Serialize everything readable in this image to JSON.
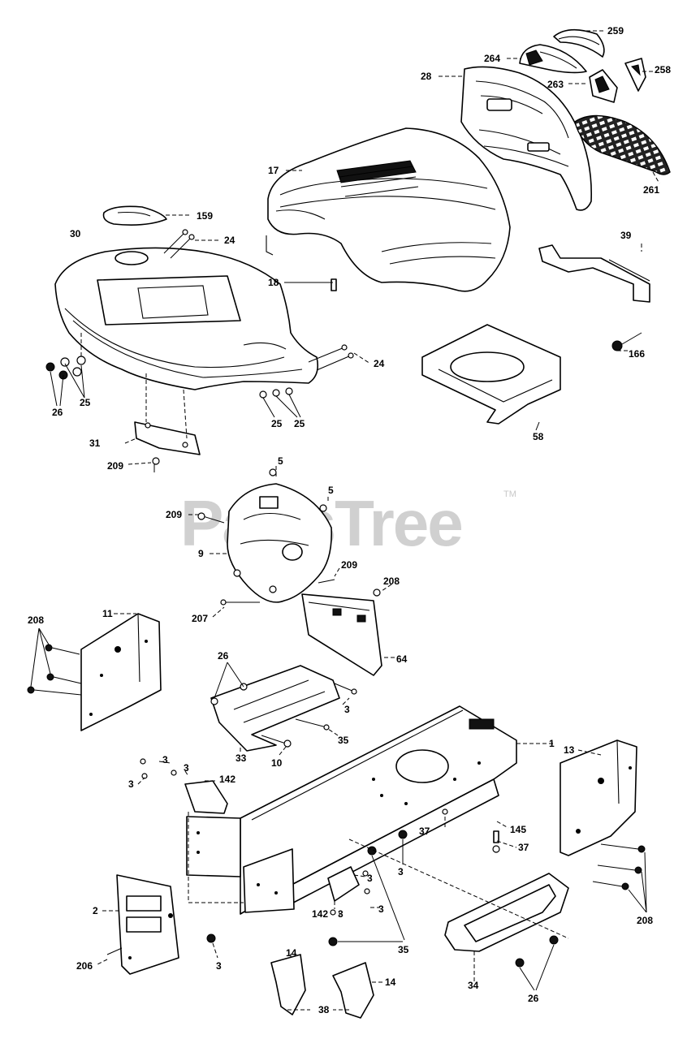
{
  "watermark": {
    "brand": "PartsTree",
    "trademark": "TM"
  },
  "callouts": {
    "c259": "259",
    "c264": "264",
    "c258": "258",
    "c28": "28",
    "c263": "263",
    "c17": "17",
    "c261": "261",
    "c159": "159",
    "c24a": "24",
    "c30": "30",
    "c39": "39",
    "c18": "18",
    "c24b": "24",
    "c166": "166",
    "c25a": "25",
    "c26a": "26",
    "c25b": "25",
    "c25c": "25",
    "c58": "58",
    "c31": "31",
    "c209a": "209",
    "c5a": "5",
    "c5b": "5",
    "c209b": "209",
    "c9": "9",
    "c209c": "209",
    "c208a": "208",
    "c11": "11",
    "c208b": "208",
    "c207": "207",
    "c64": "64",
    "c26b": "26",
    "c3a": "3",
    "c35a": "35",
    "c33": "33",
    "c10": "10",
    "c1": "1",
    "c13": "13",
    "c3b": "3",
    "c3c": "3",
    "c3d": "3",
    "c142a": "142",
    "c37a": "37",
    "c145": "145",
    "c37b": "37",
    "c3e": "3",
    "c2": "2",
    "c3f": "3",
    "c142b": "142",
    "c3g": "3",
    "c3h": "3",
    "c35b": "35",
    "c208c": "208",
    "c206": "206",
    "c3i": "3",
    "c34": "34",
    "c26c": "26",
    "c14a": "14",
    "c14b": "14",
    "c38": "38"
  }
}
